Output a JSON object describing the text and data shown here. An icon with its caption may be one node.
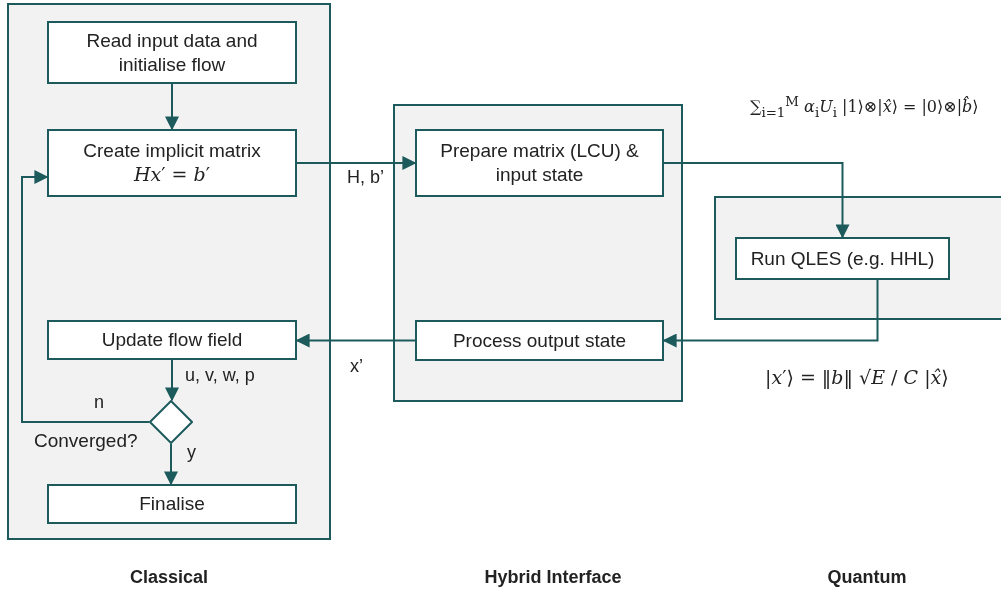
{
  "diagram": {
    "nodes": [
      {
        "text": [],
        "shape": "box"
      },
      {
        "text": [
          "Read input data and initialise flow"
        ],
        "in": 0
      },
      {
        "text": [
          "Create implicit matrix",
          "*Hx*′ = *b*′"
        ],
        "in": 0
      },
      {
        "text": [
          "Update flow field"
        ],
        "in": 0
      },
      {
        "text": [],
        "shape": "diamond",
        "in": 0,
        "beside": [
          "Converged?"
        ]
      },
      {
        "text": [
          "Finalise"
        ],
        "in": 0
      },
      {
        "text": [],
        "shape": "box"
      },
      {
        "text": [
          "Prepare matrix (LCU) & input state"
        ],
        "in": 6
      },
      {
        "text": [
          "Process output state"
        ],
        "in": 6
      },
      {
        "text": [],
        "shape": "box"
      },
      {
        "text": [
          "Run QLES (e.g. HHL)"
        ],
        "in": 9
      }
    ],
    "edges": [
      {
        "from": 1,
        "to": 2,
        "arrow": "to"
      },
      {
        "from": 2,
        "to": 7,
        "arrow": "to",
        "label": "H, b’"
      },
      {
        "from": 7,
        "to": 10,
        "arrow": "to"
      },
      {
        "from": 10,
        "to": 8,
        "arrow": "to"
      },
      {
        "from": 8,
        "to": 3,
        "arrow": "to",
        "label": "x’"
      },
      {
        "from": 3,
        "to": 4,
        "arrow": "to",
        "label": "u, v, w, p"
      },
      {
        "from": 4,
        "to": 2,
        "arrow": "to",
        "label": "n"
      },
      {
        "from": 4,
        "to": 5,
        "arrow": "to",
        "label": "y"
      }
    ],
    "labels": [
      "∑$_{i=1}$$^{M}$ *α*$_{i}$*U*$_{i}$ |1⟩⊗|*x̂*⟩ = |0⟩⊗|*b̂*⟩",
      "|*x*′⟩ = ‖*b*‖ √*E* / *C* |*x̂*⟩",
      "Classical",
      "Hybrid Interface",
      "Quantum"
    ]
  }
}
